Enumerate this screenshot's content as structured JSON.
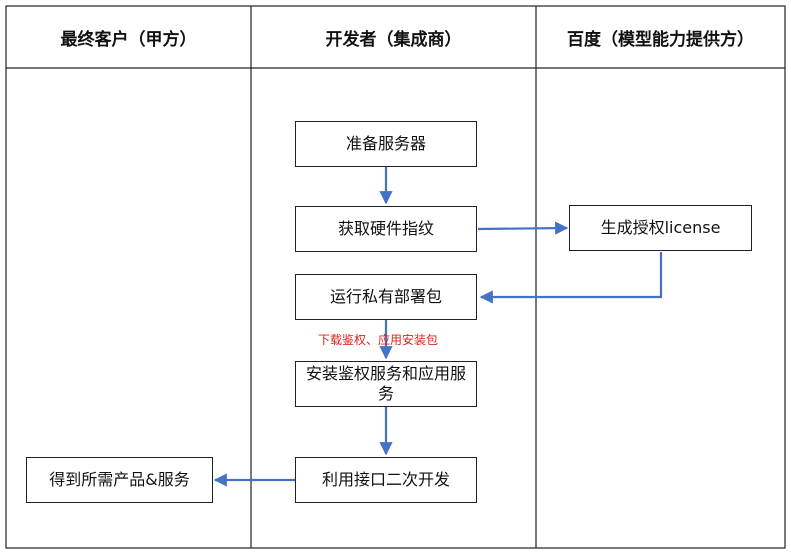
{
  "lanes": [
    {
      "title": "最终客户（甲方）"
    },
    {
      "title": "开发者（集成商）"
    },
    {
      "title": "百度（模型能力提供方）"
    }
  ],
  "nodes": {
    "prepare_server": "准备服务器",
    "get_fingerprint": "获取硬件指纹",
    "generate_license": "生成授权license",
    "run_package": "运行私有部署包",
    "install_services": "安装鉴权服务和应用服务",
    "secondary_dev": "利用接口二次开发",
    "get_products": "得到所需产品&服务"
  },
  "edge_labels": {
    "download": "下载鉴权、应用安装包"
  },
  "colors": {
    "arrow": "#4472C4",
    "edge_label": "#E0231B",
    "border": "#222222"
  }
}
